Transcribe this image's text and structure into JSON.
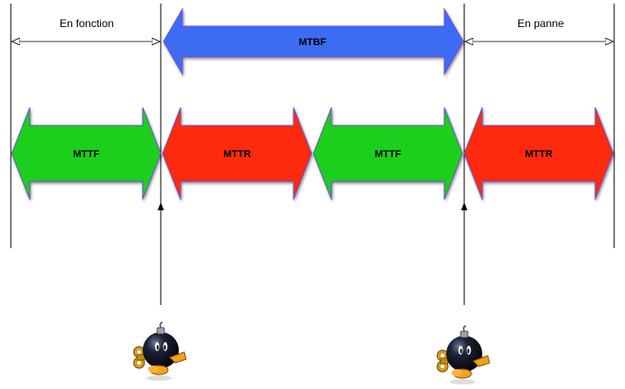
{
  "labels": {
    "up_state": "En fonction",
    "down_state": "En panne",
    "mtbf": "MTBF"
  },
  "segments": [
    {
      "label": "MTTF",
      "color": "#1ccf1c"
    },
    {
      "label": "MTTR",
      "color": "#fe2b0f"
    },
    {
      "label": "MTTF",
      "color": "#1ccf1c"
    },
    {
      "label": "MTTR",
      "color": "#fe2b0f"
    }
  ],
  "colors": {
    "mtbf_arrow": "#3d6cf3",
    "arrow_outline": "#6a4fcf",
    "line": "#000000"
  },
  "icons": [
    "bob-omb-icon",
    "bob-omb-icon"
  ]
}
